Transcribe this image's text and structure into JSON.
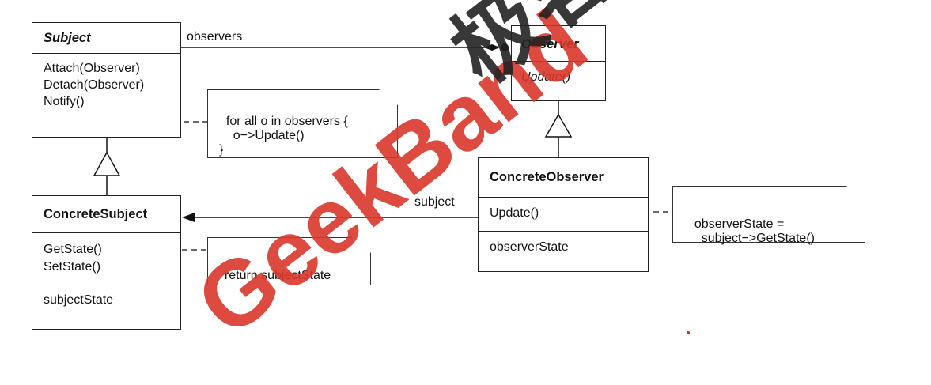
{
  "classes": {
    "subject": {
      "name": "Subject",
      "operations": [
        "Attach(Observer)",
        "Detach(Observer)",
        "Notify()"
      ]
    },
    "observer": {
      "name": "Observer",
      "operations": [
        "Update()"
      ]
    },
    "concrete_subject": {
      "name": "ConcreteSubject",
      "operations": [
        "GetState()",
        "SetState()"
      ],
      "attributes": [
        "subjectState"
      ]
    },
    "concrete_observer": {
      "name": "ConcreteObserver",
      "operations": [
        "Update()"
      ],
      "attributes": [
        "observerState"
      ]
    }
  },
  "associations": {
    "observers_label": "observers",
    "subject_label": "subject"
  },
  "notes": {
    "notify": "for all o in observers {\n    o−>Update()\n}",
    "getstate": "return subjectState",
    "update": "observerState =\n    subject−>GetState()"
  },
  "watermark": {
    "text": "GeekBand",
    "text2": "极客",
    "color": "#d9362b"
  }
}
